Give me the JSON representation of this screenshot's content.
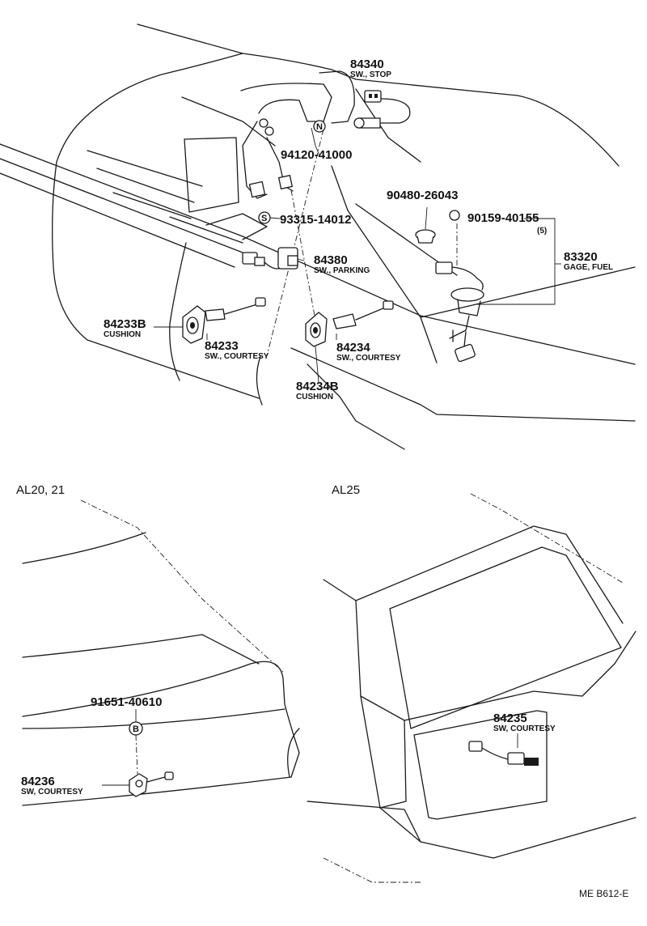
{
  "sections": {
    "main": "",
    "left": "AL20, 21",
    "right": "AL25"
  },
  "parts": {
    "p84340": {
      "number": "84340",
      "name": "SW., STOP"
    },
    "p94120": {
      "number": "94120-41000",
      "marker": "N"
    },
    "p90480": {
      "number": "90480-26043"
    },
    "p90159": {
      "number": "90159-40155",
      "qty": "(5)"
    },
    "p93315": {
      "number": "93315-14012",
      "marker": "S"
    },
    "p84380": {
      "number": "84380",
      "name": "SW., PARKING"
    },
    "p83320": {
      "number": "83320",
      "name": "GAGE, FUEL"
    },
    "p84233B": {
      "number": "84233B",
      "name": "CUSHION"
    },
    "p84233": {
      "number": "84233",
      "name": "SW., COURTESY"
    },
    "p84234": {
      "number": "84234",
      "name": "SW., COURTESY"
    },
    "p84234B": {
      "number": "84234B",
      "name": "CUSHION"
    },
    "p91651": {
      "number": "91651-40610",
      "marker": "B"
    },
    "p84236": {
      "number": "84236",
      "name": "SW, COURTESY"
    },
    "p84235": {
      "number": "84235",
      "name": "SW, COURTESY"
    }
  },
  "footer": {
    "code": "ME B612-E"
  }
}
